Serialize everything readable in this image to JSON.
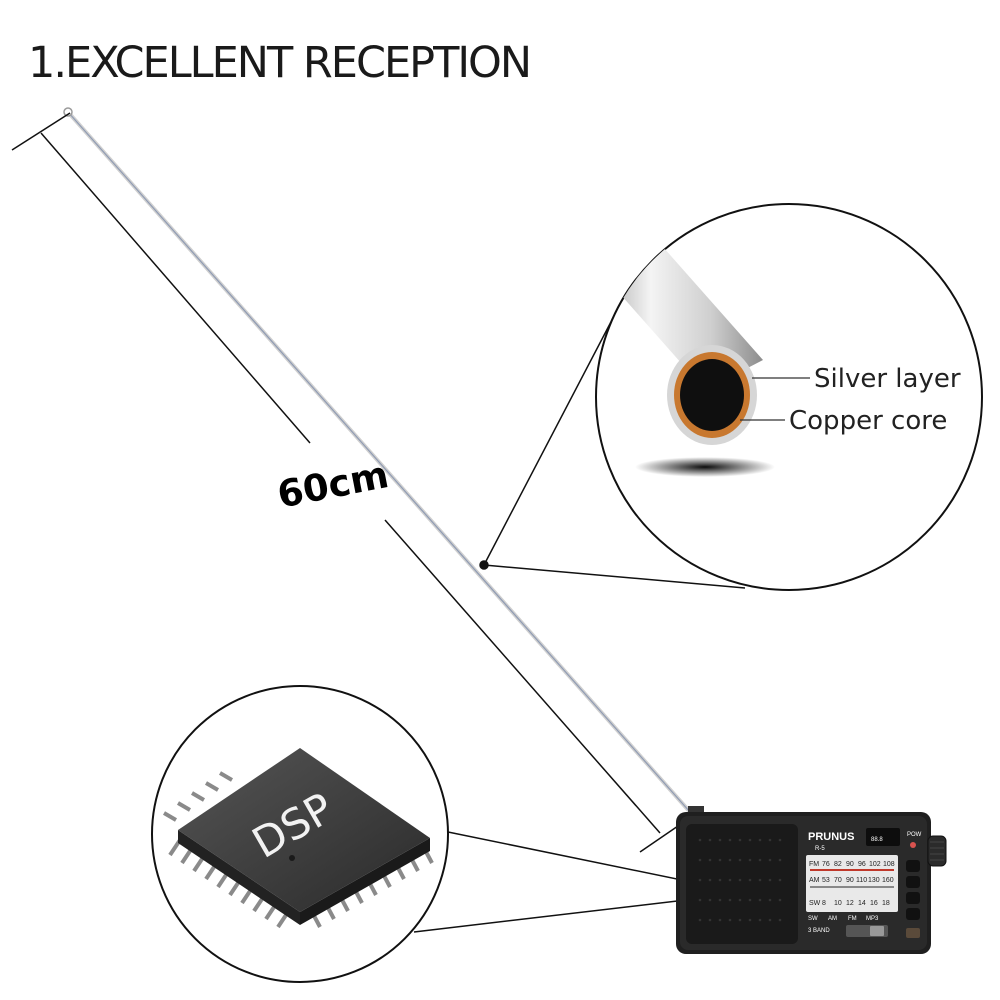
{
  "headline": "1.EXCELLENT RECEPTION",
  "antenna": {
    "length_label": "60cm"
  },
  "antenna_callout": {
    "labels": {
      "outer": "Silver layer",
      "inner": "Copper core"
    },
    "colors": {
      "silver": "#d9d9d9",
      "copper": "#c8782f",
      "core": "#111111"
    }
  },
  "dsp_callout": {
    "chip_label": "DSP",
    "chip_color": "#3a3a3a"
  },
  "radio": {
    "brand": "PRUNUS",
    "model_badge": "R-5",
    "power_label": "POW",
    "display_digits": "88.8",
    "band_badge": "3 BAND",
    "scale_rows": [
      {
        "band": "FM",
        "marks": [
          "76",
          "82",
          "90",
          "96",
          "102",
          "108"
        ]
      },
      {
        "band": "AM",
        "marks": [
          "53",
          "70",
          "90",
          "110",
          "130",
          "160"
        ]
      },
      {
        "band": "SW",
        "marks": [
          "8",
          "10",
          "12",
          "14",
          "16",
          "18"
        ]
      }
    ],
    "mode_labels": [
      "SW",
      "AM",
      "FM",
      "MP3"
    ],
    "colors": {
      "body": "#1f1f1f",
      "dial_panel": "#e9e9e9",
      "tuning_marker": "#d9534f"
    }
  }
}
